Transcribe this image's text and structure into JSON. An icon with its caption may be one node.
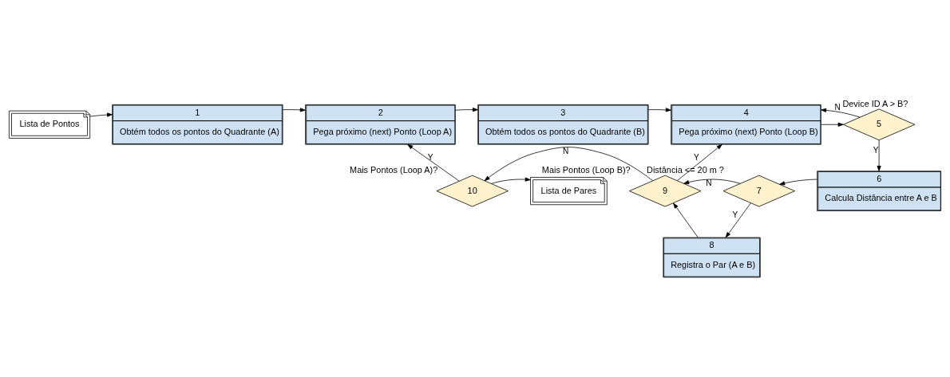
{
  "diagram": {
    "nodes": [
      {
        "text": [
          "Lista de Pontos"
        ]
      },
      {
        "text": [
          "1",
          "Obtém todos os pontos do Quadrante (A)"
        ]
      },
      {
        "text": [
          "2",
          "Pega próximo (next) Ponto (Loop A)"
        ]
      },
      {
        "text": [
          "3",
          "Obtém todos os pontos do Quadrante (B)"
        ]
      },
      {
        "text": [
          "4",
          "Pega próximo (next) Ponto (Loop B)"
        ]
      },
      {
        "text": [
          "5"
        ],
        "beside": [
          "Device ID A > B?"
        ]
      },
      {
        "text": [
          "6",
          "Calcula Distância entre A e B"
        ]
      },
      {
        "text": [
          "7"
        ],
        "beside": [
          "Distância <= 20 m ?"
        ]
      },
      {
        "text": [
          "8",
          "Registra o Par (A e B)"
        ]
      },
      {
        "text": [
          "9"
        ],
        "beside": [
          "Mais Pontos (Loop B)?"
        ]
      },
      {
        "text": [
          "10"
        ],
        "beside": [
          "Mais Pontos (Loop A)?"
        ]
      },
      {
        "text": [
          "Lista de Pares"
        ]
      }
    ],
    "edges": [
      {
        "from": 0,
        "to": 1,
        "arrow": "to"
      },
      {
        "from": 1,
        "to": 2,
        "arrow": "to"
      },
      {
        "from": 2,
        "to": 3,
        "arrow": "to"
      },
      {
        "from": 3,
        "to": 4,
        "arrow": "to"
      },
      {
        "from": 4,
        "to": 5,
        "arrow": "to"
      },
      {
        "from": 5,
        "to": 4,
        "arrow": "to",
        "label": "N"
      },
      {
        "from": 5,
        "to": 6,
        "arrow": "to",
        "label": "Y"
      },
      {
        "from": 6,
        "to": 7,
        "arrow": "to"
      },
      {
        "from": 7,
        "to": 9,
        "arrow": "to",
        "label": "N"
      },
      {
        "from": 7,
        "to": 8,
        "arrow": "to",
        "label": "Y"
      },
      {
        "from": 8,
        "to": 9,
        "arrow": "to"
      },
      {
        "from": 9,
        "to": 4,
        "arrow": "to",
        "label": "Y"
      },
      {
        "from": 9,
        "to": 10,
        "arrow": "to",
        "label": "N"
      },
      {
        "from": 10,
        "to": 2,
        "arrow": "to",
        "label": "Y"
      },
      {
        "from": 10,
        "to": 11,
        "arrow": "to"
      }
    ]
  }
}
